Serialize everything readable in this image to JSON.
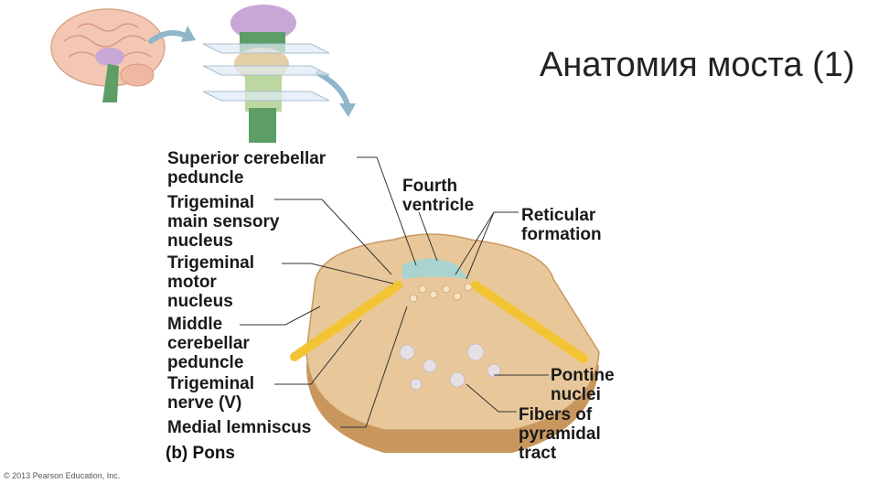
{
  "slide": {
    "title": "Анатомия моста (1)"
  },
  "labels": {
    "superior_cerebellar_peduncle": [
      "Superior cerebellar",
      "peduncle"
    ],
    "trigeminal_main_sensory_nucleus": [
      "Trigeminal",
      "main sensory",
      "nucleus"
    ],
    "trigeminal_motor_nucleus": [
      "Trigeminal",
      "motor",
      "nucleus"
    ],
    "middle_cerebellar_peduncle": [
      "Middle",
      "cerebellar",
      "peduncle"
    ],
    "trigeminal_nerve": [
      "Trigeminal",
      "nerve (V)"
    ],
    "medial_lemniscus": [
      "Medial lemniscus"
    ],
    "fourth_ventricle": [
      "Fourth",
      "ventricle"
    ],
    "reticular_formation": [
      "Reticular",
      "formation"
    ],
    "pontine_nuclei": [
      "Pontine",
      "nuclei"
    ],
    "fibers_of_pyramidal_tract": [
      "Fibers of",
      "pyramidal",
      "tract"
    ]
  },
  "panel": {
    "prefix": "(b)",
    "name": "Pons"
  },
  "copyright": "© 2013 Pearson Education, Inc.",
  "colors": {
    "pons_tissue": "#e8c89a",
    "pons_dark": "#c9975e",
    "ventricle": "#a9d3d0",
    "nerve": "#f2c433",
    "brain": "#f3c7b3",
    "brainstem": "#5c9e66",
    "leader_line": "#333333"
  }
}
